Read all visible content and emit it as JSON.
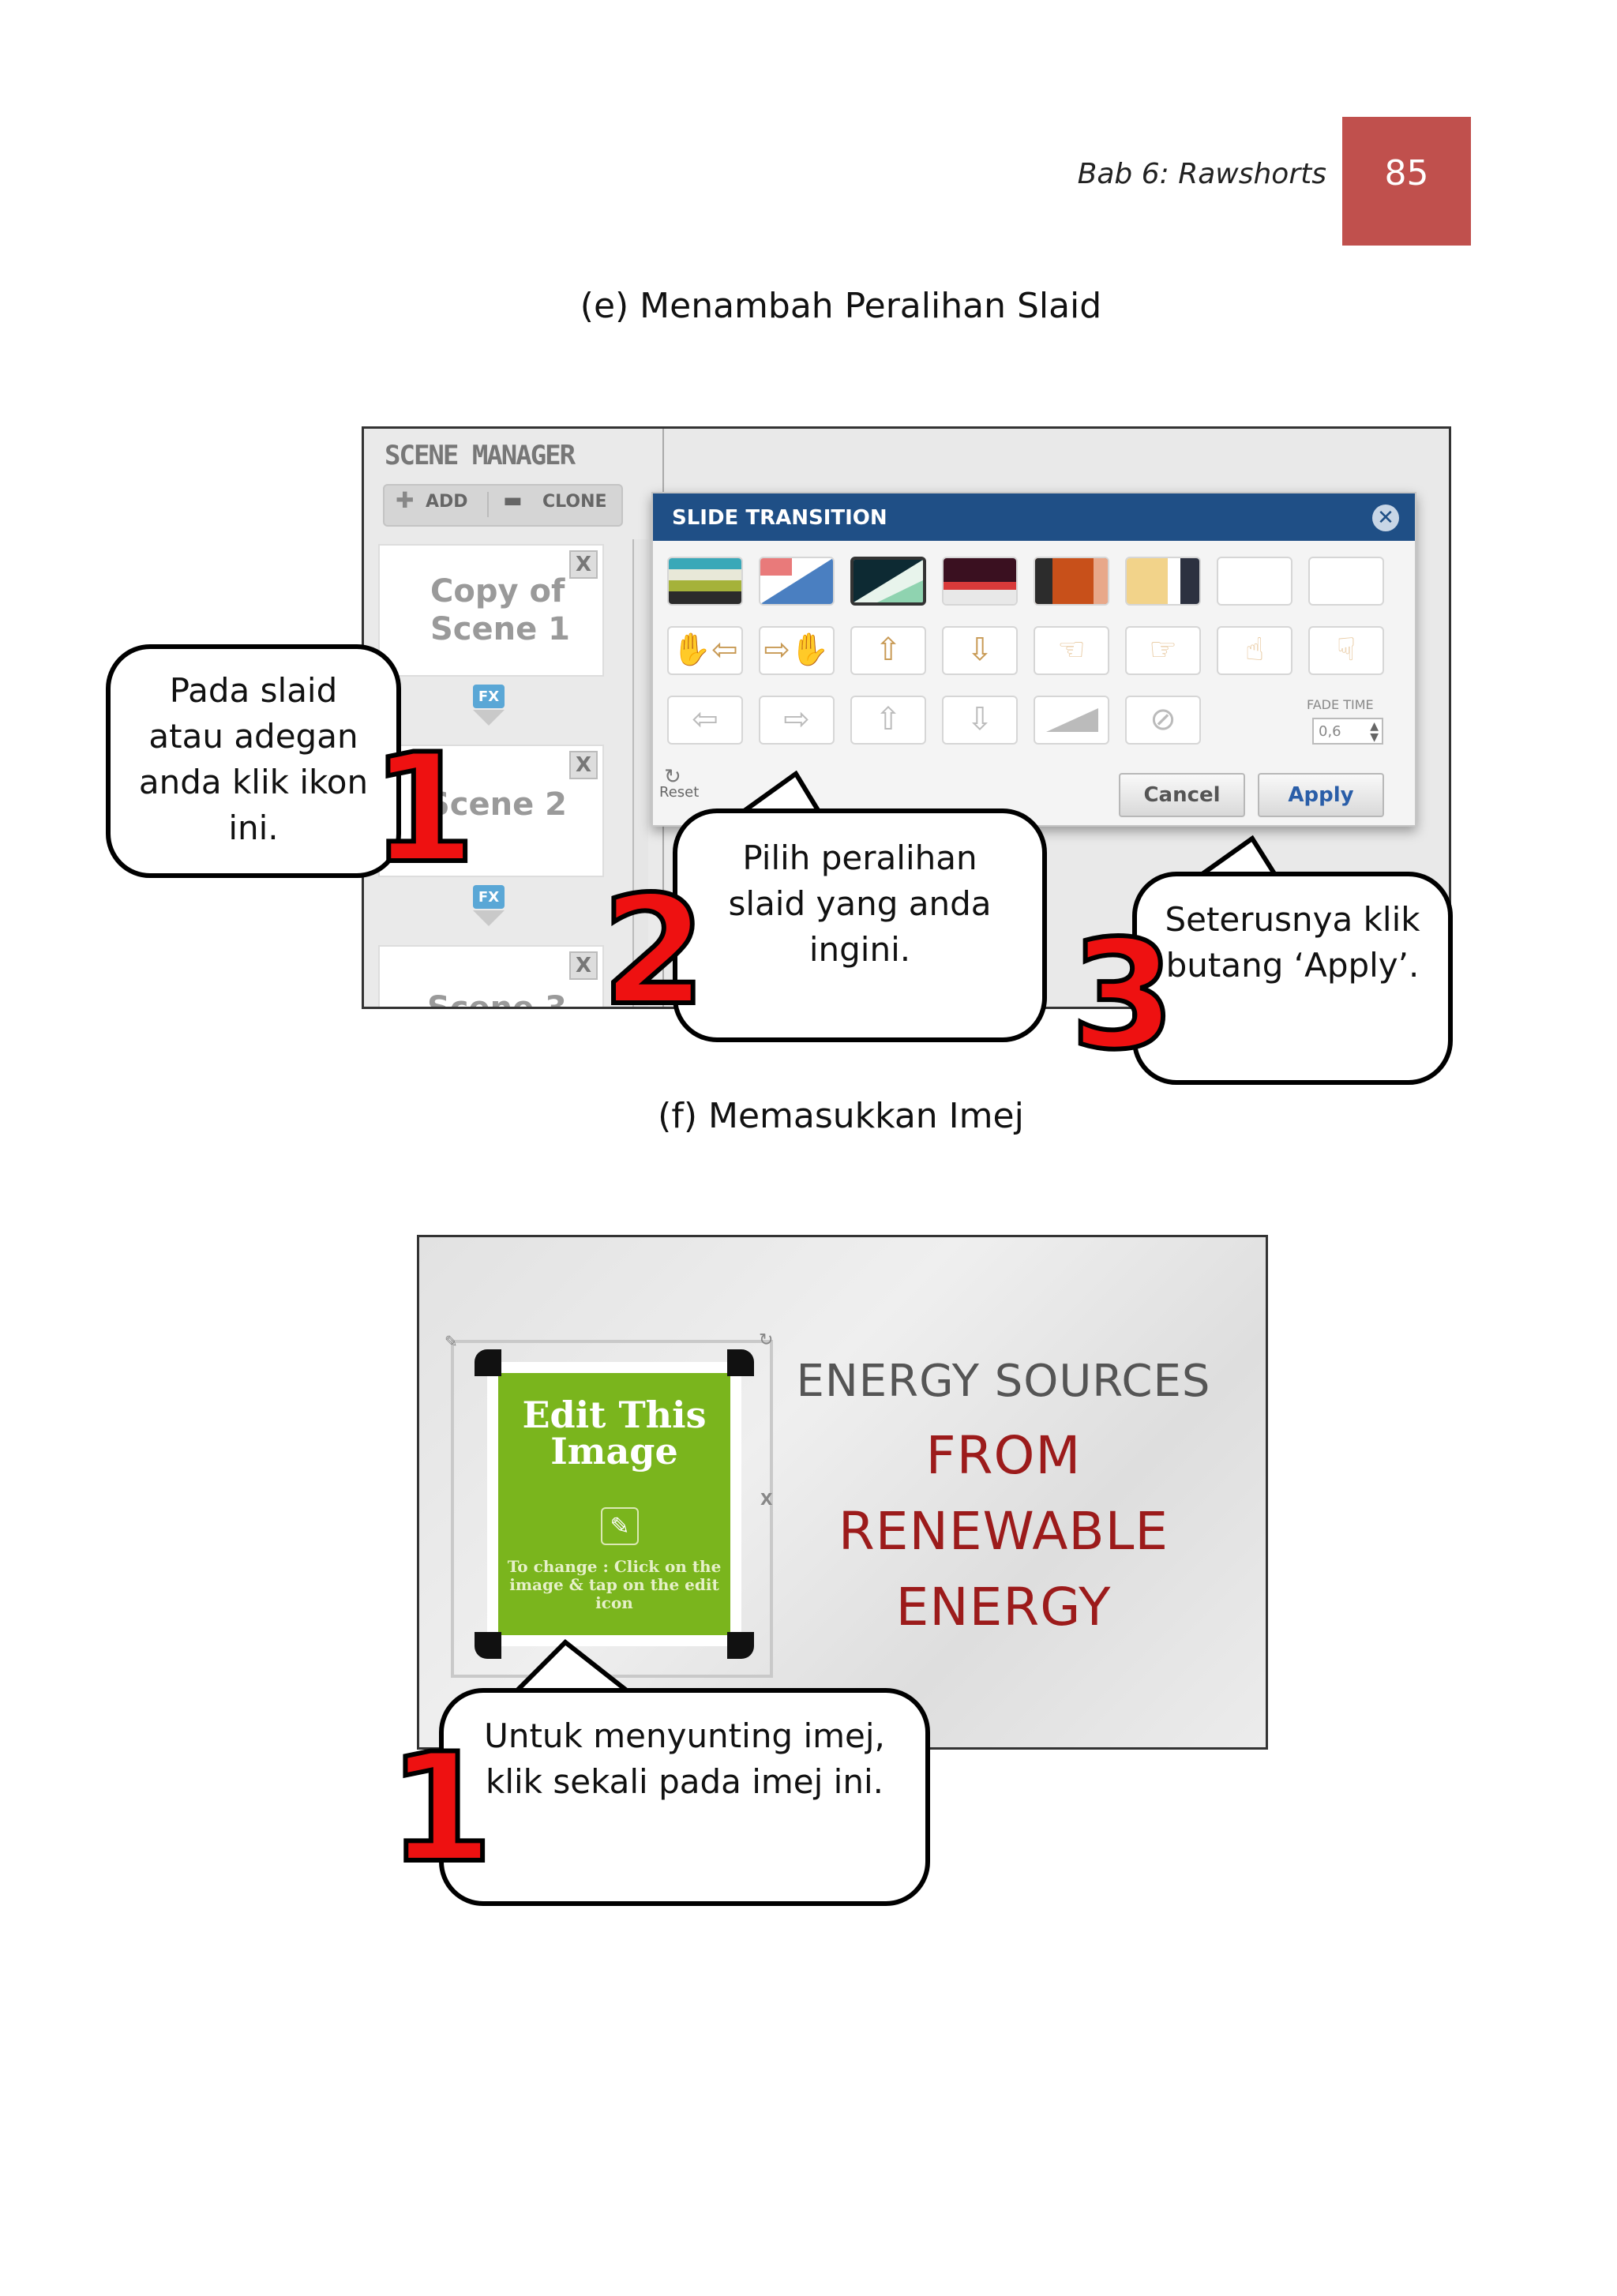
{
  "header": {
    "chapter": "Bab 6: Rawshorts",
    "page_number": "85"
  },
  "section_e": {
    "caption": "(e) Menambah Peralihan Slaid"
  },
  "section_f": {
    "caption": "(f) Memasukkan Imej"
  },
  "scene_manager": {
    "title": "SCENE MANAGER",
    "add_label": "ADD",
    "clone_label": "CLONE",
    "scenes": [
      {
        "label_line1": "Copy of",
        "label_line2": "Scene 1"
      },
      {
        "label_line1": "Scene 2",
        "label_line2": ""
      },
      {
        "label_line1": "Scene 3",
        "label_line2": ""
      }
    ],
    "close_glyph": "X",
    "fx_label": "FX"
  },
  "slide_transition": {
    "title": "SLIDE TRANSITION",
    "fade_time_label": "FADE TIME",
    "fade_time_value": "0,6",
    "reset_label": "Reset",
    "cancel_label": "Cancel",
    "apply_label": "Apply",
    "accent_color": "#1f4f86"
  },
  "callouts": {
    "step1_text": "Pada slaid atau adegan anda klik ikon ini.",
    "step1_number": "1",
    "step2_text": "Pilih peralihan slaid yang anda ingini.",
    "step2_number": "2",
    "step3_text": "Seterusnya klik butang ‘Apply’.",
    "step3_number": "3",
    "image_step_text": "Untuk menyunting imej, klik sekali pada imej ini.",
    "image_step_number": "1"
  },
  "image_editor": {
    "placeholder_title": "Edit This Image",
    "placeholder_note": "To change : Click on the image & tap on the edit icon",
    "headline_line1": "ENERGY SOURCES",
    "headline_line2": "FROM",
    "headline_line3": "RENEWABLE",
    "headline_line4": "ENERGY",
    "headline_color_gray": "#555555",
    "headline_color_red": "#9c1b1b",
    "close_glyph": "X"
  }
}
